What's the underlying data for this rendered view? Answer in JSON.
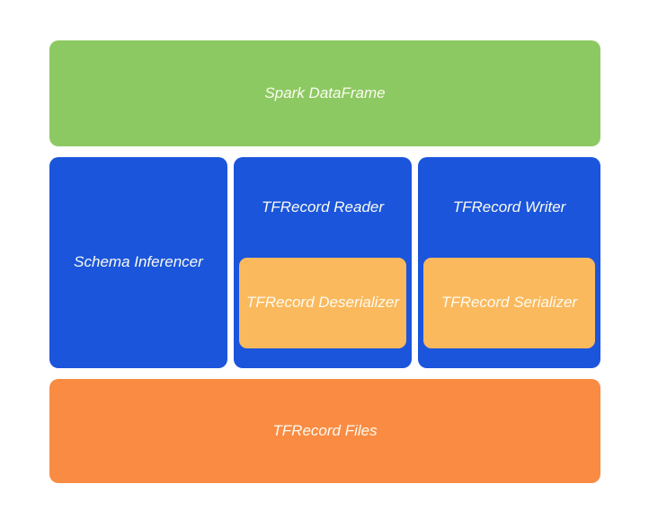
{
  "colors": {
    "background": "#ffffff",
    "green": "#8dc963",
    "blue": "#1b55db",
    "orange_light": "#fbb95e",
    "orange": "#f98b43",
    "text": "#fbfbf0"
  },
  "diagram": {
    "spark_dataframe": {
      "label": "Spark DataFrame"
    },
    "schema_inferencer": {
      "label": "Schema Inferencer"
    },
    "tfrecord_reader": {
      "label": "TFRecord Reader",
      "inner": {
        "label": "TFRecord Deserializer"
      }
    },
    "tfrecord_writer": {
      "label": "TFRecord Writer",
      "inner": {
        "label": "TFRecord Serializer"
      }
    },
    "tfrecord_files": {
      "label": "TFRecord Files"
    }
  }
}
